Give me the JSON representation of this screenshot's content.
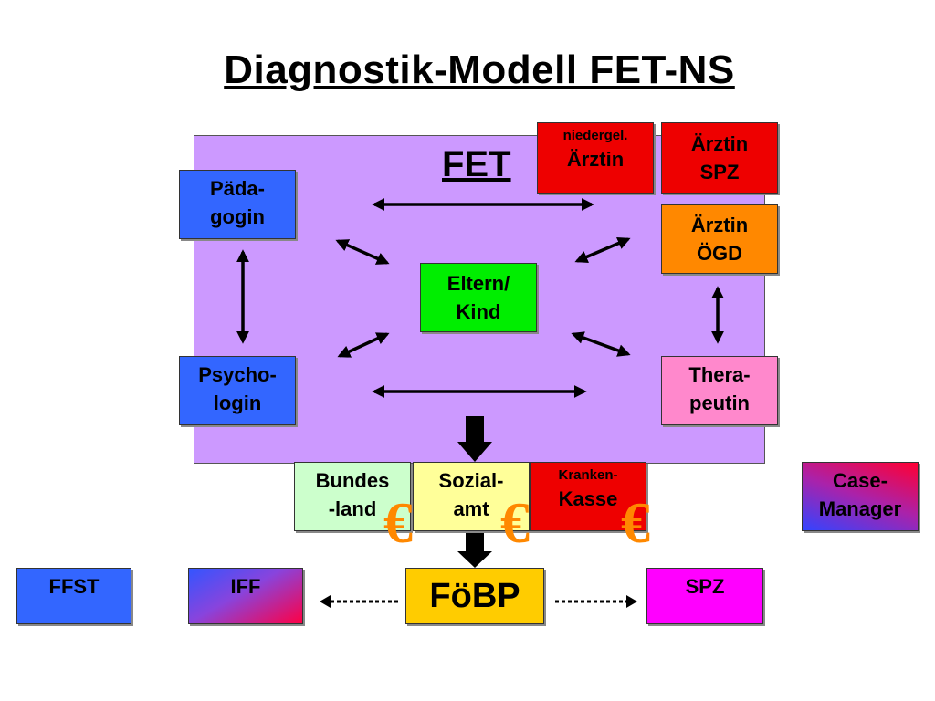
{
  "title": "Diagnostik-Modell FET-NS",
  "fet_label": "FET",
  "boxes": {
    "niedergel_small": "niedergel.",
    "niedergel_main": "Ärztin",
    "spz_doc_l1": "Ärztin",
    "spz_doc_l2": "SPZ",
    "oegd_l1": "Ärztin",
    "oegd_l2": "ÖGD",
    "paeda_l1": "Päda-",
    "paeda_l2": "gogin",
    "eltern_l1": "Eltern/",
    "eltern_l2": "Kind",
    "psycho_l1": "Psycho-",
    "psycho_l2": "login",
    "thera_l1": "Thera-",
    "thera_l2": "peutin",
    "bundes_l1": "Bundes",
    "bundes_l2": "-land",
    "sozial_l1": "Sozial-",
    "sozial_l2": "amt",
    "kranken_small": "Kranken-",
    "kranken_main": "Kasse",
    "case_l1": "Case-",
    "case_l2": "Manager",
    "ffst": "FFST",
    "iff": "IFF",
    "foebp": "FöBP",
    "spz": "SPZ"
  },
  "euro_symbol": "€",
  "colors": {
    "fet_panel": "#cc99ff",
    "euro": "#ff8800",
    "blue": "#3366ff",
    "red": "#ee0000",
    "orange": "#ff8800",
    "green": "#00ee00",
    "pink": "#ff88cc",
    "light_green": "#ccffcc",
    "light_yellow": "#ffff99",
    "yellow": "#ffcc00",
    "magenta": "#ff00ff"
  }
}
